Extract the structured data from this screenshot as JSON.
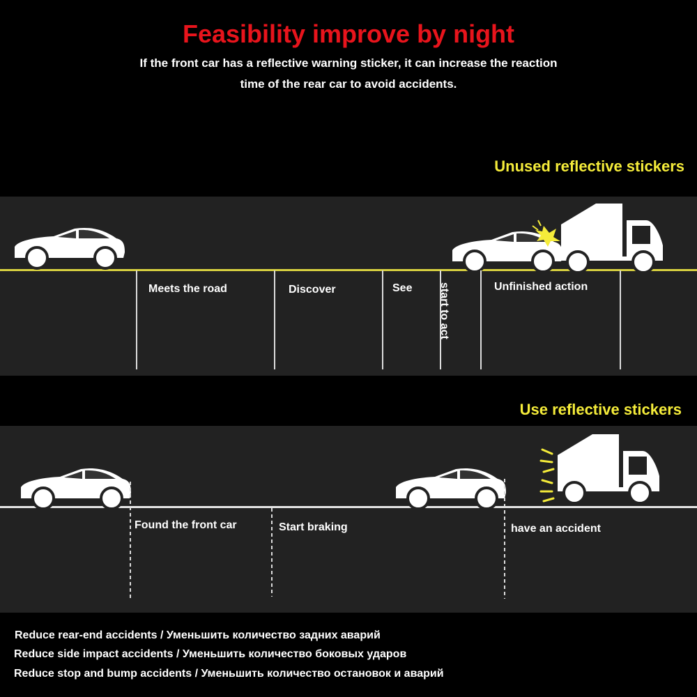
{
  "header": {
    "title": "Feasibility improve by night",
    "subtitle_line1": "If the front car has a reflective warning sticker, it can increase the reaction",
    "subtitle_line2": "time of the rear car to avoid accidents."
  },
  "colors": {
    "title": "#e8141c",
    "section_label": "#f5ec3a",
    "panel_bg": "#222222",
    "road_line_unused": "#d8d040",
    "road_line_used": "#e6e6e6"
  },
  "unused_section": {
    "label": "Unused reflective stickers",
    "icons": [
      "car-icon",
      "car-icon",
      "truck-icon",
      "impact-spark-icon"
    ],
    "stages": [
      "Meets the road",
      "Discover",
      "See",
      "start to act",
      "Unfinished action"
    ]
  },
  "used_section": {
    "label": "Use reflective stickers",
    "icons": [
      "car-icon",
      "car-icon",
      "truck-icon",
      "reflective-glow-icon"
    ],
    "stages": [
      "Found the front car",
      "Start braking",
      "have an accident"
    ]
  },
  "benefits": [
    "Reduce rear-end accidents / Уменьшить количество задних аварий",
    "Reduce side impact accidents / Уменьшить количество боковых ударов",
    "Reduce stop and bump accidents / Уменьшить количество остановок и аварий"
  ]
}
